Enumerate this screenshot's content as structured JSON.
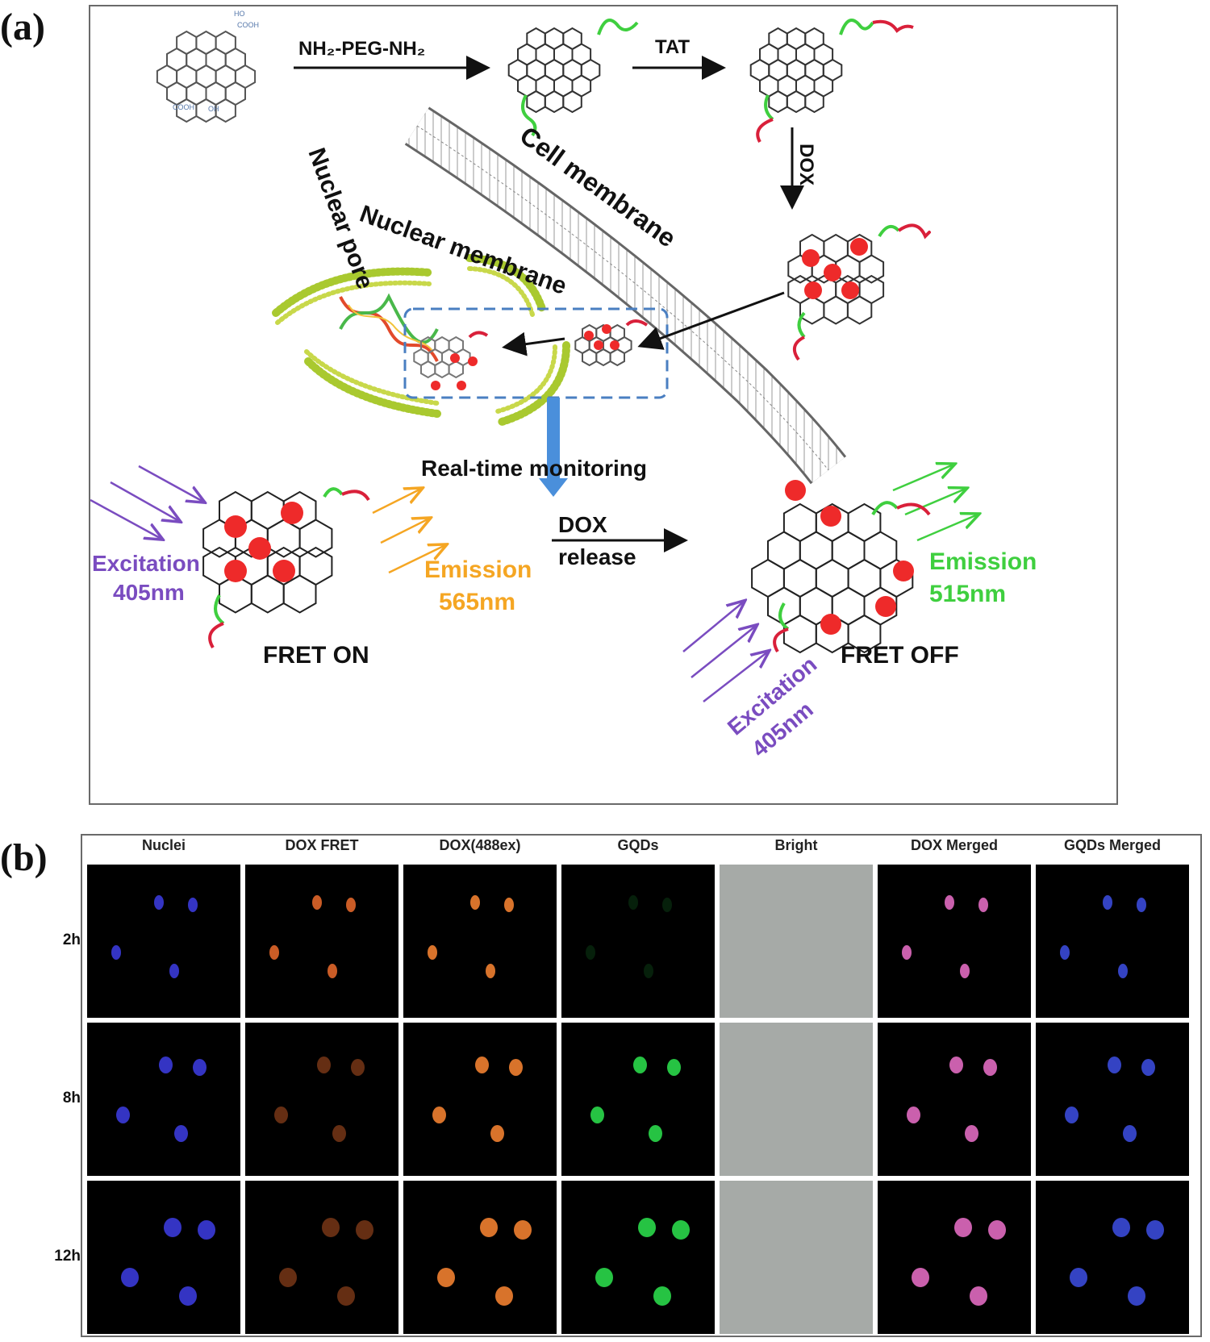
{
  "panel_a": {
    "letter": "(a)",
    "steps": {
      "reagent1": "NH₂-PEG-NH₂",
      "reagent2": "TAT",
      "reagent3": "DOX"
    },
    "gqd_labels": {
      "top": "COOH",
      "bottom_left": "COOH",
      "bottom_right": "OH",
      "top_left": "HO"
    },
    "structures": {
      "cell_membrane": "Cell membrane",
      "nuclear_membrane": "Nuclear membrane",
      "nuclear_pore": "Nuclear pore"
    },
    "monitoring": "Real-time  monitoring",
    "release_line1": "DOX",
    "release_line2": "release",
    "left_state": {
      "excitation_line1": "Excitation",
      "excitation_line2": "405nm",
      "emission_line1": "Emission",
      "emission_line2": "565nm",
      "label": "FRET ON"
    },
    "right_state": {
      "excitation_line1": "Excitation",
      "excitation_line2": "405nm",
      "emission_line1": "Emission",
      "emission_line2": "515nm",
      "label": "FRET OFF"
    },
    "colors": {
      "excitation": "#7a4cc0",
      "emission_orange": "#f5a623",
      "emission_green": "#3fcf3f",
      "dox": "#ee2a2a",
      "peg": "#3fcf3f",
      "tat": "#d9203a",
      "arrow_blue": "#4a8fdb"
    }
  },
  "panel_b": {
    "letter": "(b)",
    "columns": [
      "Nuclei",
      "DOX FRET",
      "DOX(488ex)",
      "GQDs",
      "Bright",
      "DOX  Merged",
      "GQDs  Merged"
    ],
    "rows": [
      "2h",
      "8h",
      "12h"
    ]
  }
}
